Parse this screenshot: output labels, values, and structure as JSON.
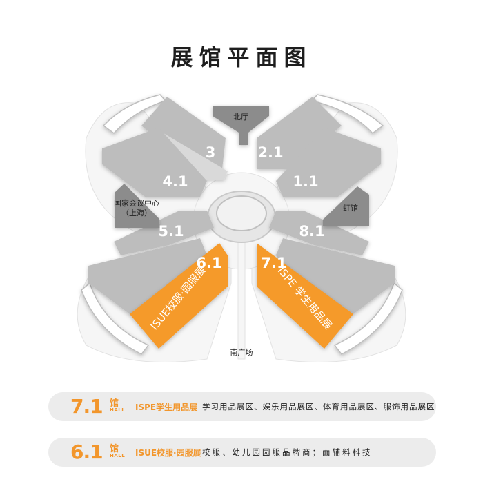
{
  "title": "展馆平面图",
  "map": {
    "halls": {
      "h3": "3",
      "h21": "2.1",
      "h41": "4.1",
      "h11": "1.1",
      "h51": "5.1",
      "h81": "8.1",
      "h61": "6.1",
      "h71": "7.1"
    },
    "north_hall": "北厅",
    "ncc_line1": "国家会议中心",
    "ncc_line2": "（上海）",
    "hongguan": "虹馆",
    "south_square": "南广场",
    "band_61": "ISUE校服·园服展",
    "band_71": "ISPE 学生用品展",
    "colors": {
      "orange": "#f59a2b",
      "gray": "#bdbdbd",
      "dark_gray": "#8c8c8c"
    }
  },
  "legend": [
    {
      "hall_no": "7.1",
      "guan": "馆",
      "hall_en": "HALL",
      "expo": "ISPE学生用品展",
      "desc": "学习用品展区、娱乐用品展区、体育用品展区、服饰用品展区"
    },
    {
      "hall_no": "6.1",
      "guan": "馆",
      "hall_en": "HALL",
      "expo": "ISUE校服·园服展",
      "desc": "校服、幼儿园园服品牌商；面辅料科技"
    }
  ]
}
